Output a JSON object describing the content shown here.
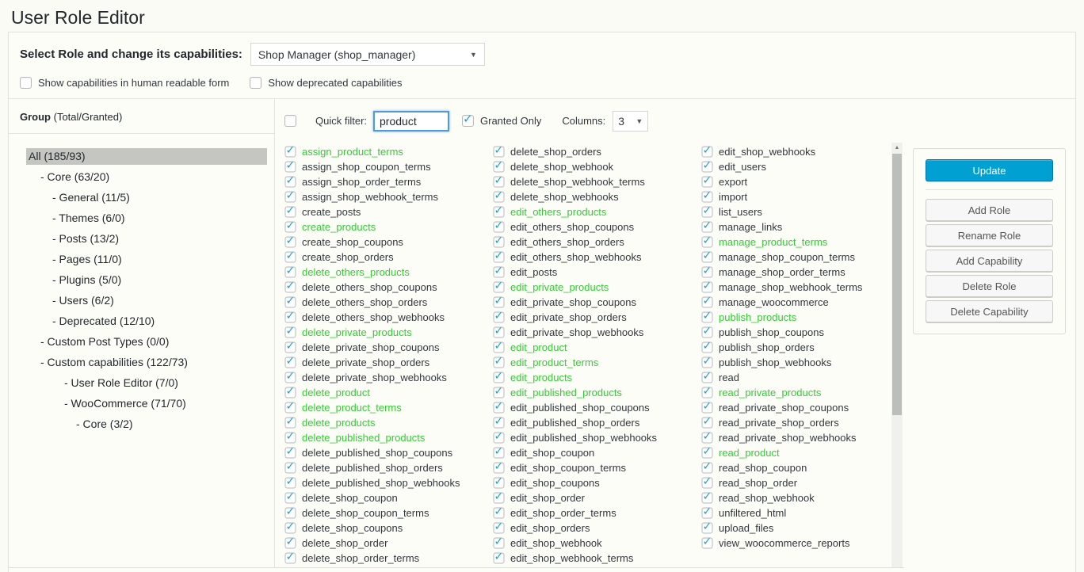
{
  "app": {
    "title": "User Role Editor"
  },
  "role_bar": {
    "label": "Select Role and change its capabilities:",
    "selected_role": "Shop Manager (shop_manager)"
  },
  "toggles": [
    {
      "label": "Show capabilities in human readable form",
      "checked": false
    },
    {
      "label": "Show deprecated capabilities",
      "checked": false
    }
  ],
  "groups": {
    "header_primary": "Group",
    "header_secondary": " (Total/Granted)",
    "items": [
      {
        "label": "All (185/93)",
        "level": 0,
        "selected": true
      },
      {
        "label": "- Core (63/20)",
        "level": 1
      },
      {
        "label": "- General (11/5)",
        "level": 2
      },
      {
        "label": "- Themes (6/0)",
        "level": 2
      },
      {
        "label": "- Posts (13/2)",
        "level": 2
      },
      {
        "label": "- Pages (11/0)",
        "level": 2
      },
      {
        "label": "- Plugins (5/0)",
        "level": 2
      },
      {
        "label": "- Users (6/2)",
        "level": 2
      },
      {
        "label": "- Deprecated (12/10)",
        "level": 2
      },
      {
        "label": "- Custom Post Types (0/0)",
        "level": 1
      },
      {
        "label": "- Custom capabilities (122/73)",
        "level": 1
      },
      {
        "label": "- User Role Editor (7/0)",
        "level": 3
      },
      {
        "label": "- WooCommerce (71/70)",
        "level": 3
      },
      {
        "label": "- Core (3/2)",
        "level": 4
      }
    ]
  },
  "filter_bar": {
    "select_all_checked": false,
    "quick_filter_label": "Quick filter:",
    "quick_filter_value": "product",
    "granted_only_label": "Granted Only",
    "granted_only_checked": true,
    "columns_label": "Columns:",
    "columns_value": "3"
  },
  "capabilities": {
    "all_checked": true,
    "columns": [
      {
        "items": [
          {
            "label": "assign_product_terms",
            "hl": true
          },
          {
            "label": "assign_shop_coupon_terms"
          },
          {
            "label": "assign_shop_order_terms"
          },
          {
            "label": "assign_shop_webhook_terms"
          },
          {
            "label": "create_posts"
          },
          {
            "label": "create_products",
            "hl": true
          },
          {
            "label": "create_shop_coupons"
          },
          {
            "label": "create_shop_orders"
          },
          {
            "label": "delete_others_products",
            "hl": true
          },
          {
            "label": "delete_others_shop_coupons"
          },
          {
            "label": "delete_others_shop_orders"
          },
          {
            "label": "delete_others_shop_webhooks"
          },
          {
            "label": "delete_private_products",
            "hl": true
          },
          {
            "label": "delete_private_shop_coupons"
          },
          {
            "label": "delete_private_shop_orders"
          },
          {
            "label": "delete_private_shop_webhooks"
          },
          {
            "label": "delete_product",
            "hl": true
          },
          {
            "label": "delete_product_terms",
            "hl": true
          },
          {
            "label": "delete_products",
            "hl": true
          },
          {
            "label": "delete_published_products",
            "hl": true
          },
          {
            "label": "delete_published_shop_coupons"
          },
          {
            "label": "delete_published_shop_orders"
          },
          {
            "label": "delete_published_shop_webhooks"
          },
          {
            "label": "delete_shop_coupon"
          },
          {
            "label": "delete_shop_coupon_terms"
          },
          {
            "label": "delete_shop_coupons"
          },
          {
            "label": "delete_shop_order"
          },
          {
            "label": "delete_shop_order_terms"
          }
        ]
      },
      {
        "items": [
          {
            "label": "delete_shop_orders"
          },
          {
            "label": "delete_shop_webhook"
          },
          {
            "label": "delete_shop_webhook_terms"
          },
          {
            "label": "delete_shop_webhooks"
          },
          {
            "label": "edit_others_products",
            "hl": true
          },
          {
            "label": "edit_others_shop_coupons"
          },
          {
            "label": "edit_others_shop_orders"
          },
          {
            "label": "edit_others_shop_webhooks"
          },
          {
            "label": "edit_posts"
          },
          {
            "label": "edit_private_products",
            "hl": true
          },
          {
            "label": "edit_private_shop_coupons"
          },
          {
            "label": "edit_private_shop_orders"
          },
          {
            "label": "edit_private_shop_webhooks"
          },
          {
            "label": "edit_product",
            "hl": true
          },
          {
            "label": "edit_product_terms",
            "hl": true
          },
          {
            "label": "edit_products",
            "hl": true
          },
          {
            "label": "edit_published_products",
            "hl": true
          },
          {
            "label": "edit_published_shop_coupons"
          },
          {
            "label": "edit_published_shop_orders"
          },
          {
            "label": "edit_published_shop_webhooks"
          },
          {
            "label": "edit_shop_coupon"
          },
          {
            "label": "edit_shop_coupon_terms"
          },
          {
            "label": "edit_shop_coupons"
          },
          {
            "label": "edit_shop_order"
          },
          {
            "label": "edit_shop_order_terms"
          },
          {
            "label": "edit_shop_orders"
          },
          {
            "label": "edit_shop_webhook"
          },
          {
            "label": "edit_shop_webhook_terms"
          }
        ]
      },
      {
        "items": [
          {
            "label": "edit_shop_webhooks"
          },
          {
            "label": "edit_users"
          },
          {
            "label": "export"
          },
          {
            "label": "import"
          },
          {
            "label": "list_users"
          },
          {
            "label": "manage_links"
          },
          {
            "label": "manage_product_terms",
            "hl": true
          },
          {
            "label": "manage_shop_coupon_terms"
          },
          {
            "label": "manage_shop_order_terms"
          },
          {
            "label": "manage_shop_webhook_terms"
          },
          {
            "label": "manage_woocommerce"
          },
          {
            "label": "publish_products",
            "hl": true
          },
          {
            "label": "publish_shop_coupons"
          },
          {
            "label": "publish_shop_orders"
          },
          {
            "label": "publish_shop_webhooks"
          },
          {
            "label": "read"
          },
          {
            "label": "read_private_products",
            "hl": true
          },
          {
            "label": "read_private_shop_coupons"
          },
          {
            "label": "read_private_shop_orders"
          },
          {
            "label": "read_private_shop_webhooks"
          },
          {
            "label": "read_product",
            "hl": true
          },
          {
            "label": "read_shop_coupon"
          },
          {
            "label": "read_shop_order"
          },
          {
            "label": "read_shop_webhook"
          },
          {
            "label": "unfiltered_html"
          },
          {
            "label": "upload_files"
          },
          {
            "label": "view_woocommerce_reports"
          }
        ]
      }
    ]
  },
  "actions": {
    "primary": "Update",
    "secondary": [
      "Add Role",
      "Rename Role",
      "Add Capability",
      "Delete Role",
      "Delete Capability"
    ]
  },
  "colors": {
    "accent": "#00a0d2",
    "accent_border": "#0073aa",
    "match_green": "#32cd32",
    "selected_group_bg": "#c5c5c1",
    "checkbox_check": "#1ba0d2",
    "focus_blue": "#4f9bd5"
  }
}
